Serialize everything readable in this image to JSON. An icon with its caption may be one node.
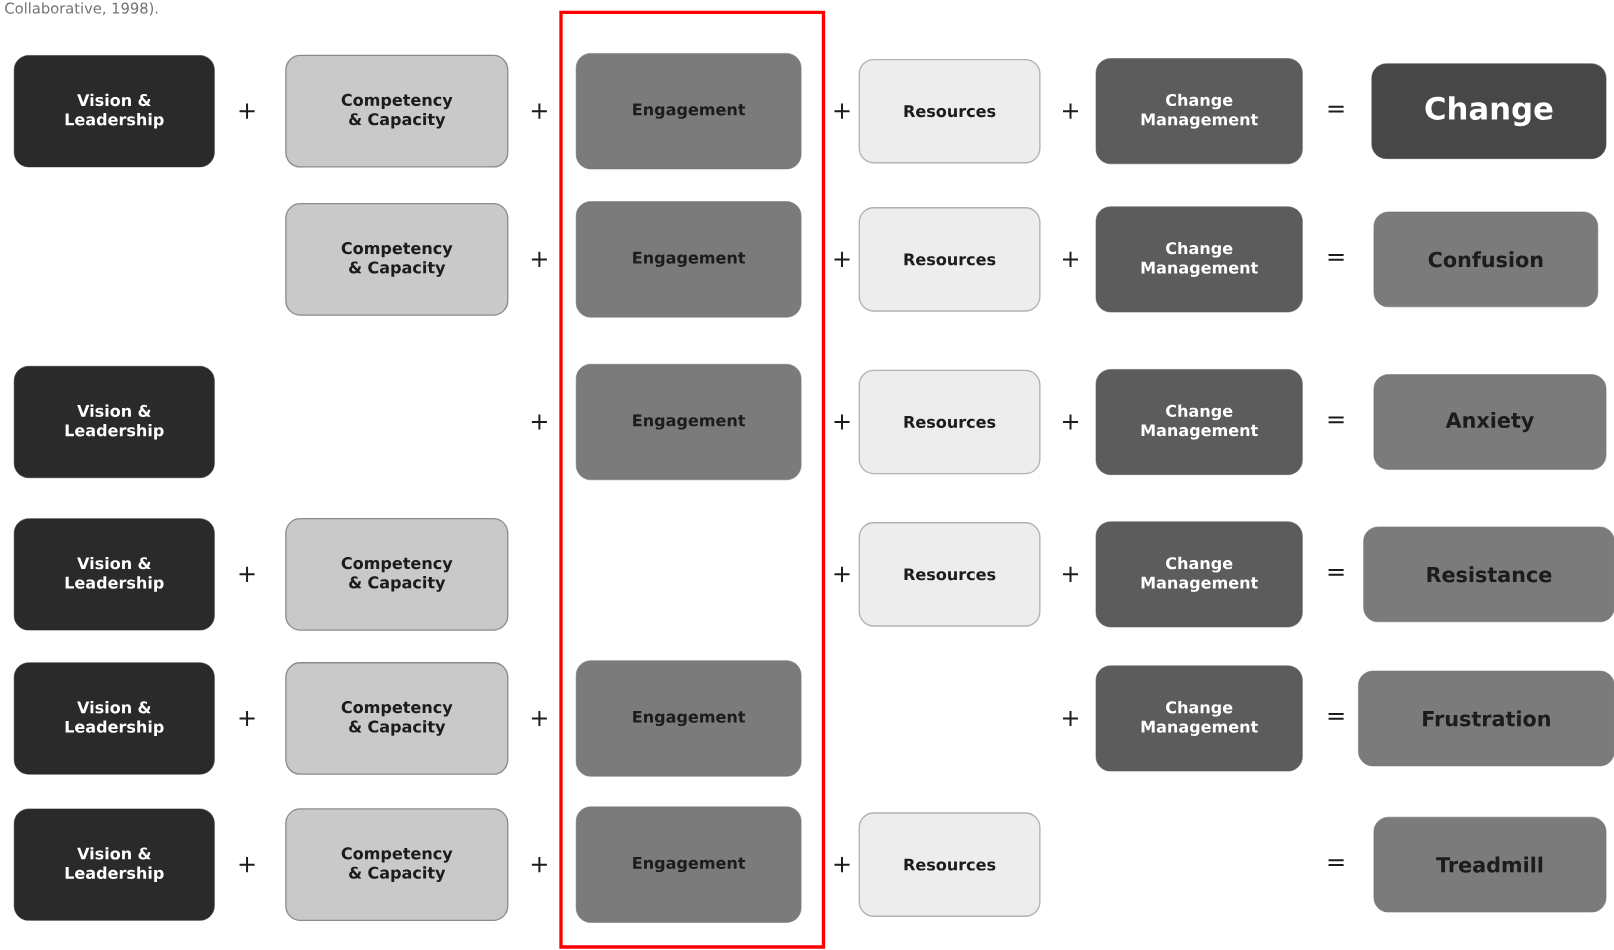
{
  "diagram": {
    "nodes": [
      {
        "text": [
          "Vision & Leadership"
        ]
      },
      {
        "text": [
          "Competency & Capacity"
        ]
      },
      {
        "text": [
          "Engagement"
        ]
      },
      {
        "text": [
          "Resources"
        ]
      },
      {
        "text": [
          "Change Management"
        ]
      },
      {
        "text": [
          "Change"
        ]
      },
      {
        "text": [
          "Competency & Capacity"
        ]
      },
      {
        "text": [
          "Engagement"
        ]
      },
      {
        "text": [
          "Resources"
        ]
      },
      {
        "text": [
          "Change Management"
        ]
      },
      {
        "text": [
          "Confusion"
        ]
      },
      {
        "text": [
          "Vision & Leadership"
        ]
      },
      {
        "text": [
          "Engagement"
        ]
      },
      {
        "text": [
          "Resources"
        ]
      },
      {
        "text": [
          "Change Management"
        ]
      },
      {
        "text": [
          "Anxiety"
        ]
      },
      {
        "text": [
          "Vision & Leadership"
        ]
      },
      {
        "text": [
          "Competency & Capacity"
        ]
      },
      {
        "text": [
          "Resources"
        ]
      },
      {
        "text": [
          "Change Management"
        ]
      },
      {
        "text": [
          "Resistance"
        ]
      },
      {
        "text": [
          "Vision & Leadership"
        ]
      },
      {
        "text": [
          "Competency & Capacity"
        ]
      },
      {
        "text": [
          "Engagement"
        ]
      },
      {
        "text": [
          "Change Management"
        ]
      },
      {
        "text": [
          "Frustration"
        ]
      },
      {
        "text": [
          "Vision & Leadership"
        ]
      },
      {
        "text": [
          "Competency & Capacity"
        ]
      },
      {
        "text": [
          "Engagement"
        ]
      },
      {
        "text": [
          "Resources"
        ]
      },
      {
        "text": [
          "Treadmill"
        ]
      }
    ],
    "edges": [],
    "labels": [
      "Collaborative, 1998).",
      "+",
      "+",
      "+",
      "+",
      "=",
      "+",
      "+",
      "+",
      "=",
      "+",
      "+",
      "+",
      "=",
      "+",
      "+",
      "+",
      "=",
      "+",
      "+",
      "+",
      "=",
      "+",
      "+",
      "+",
      "="
    ]
  }
}
